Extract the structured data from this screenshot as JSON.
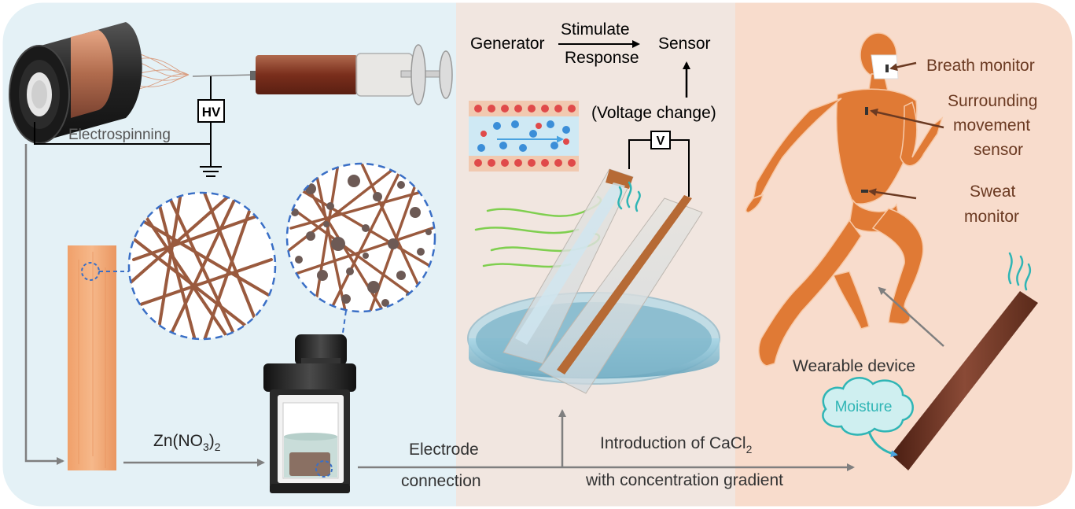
{
  "labels": {
    "electrospinning": "Electrospinning",
    "hv": "HV",
    "zn_main": "Zn(NO",
    "zn_sub": "3",
    "zn_close": ")",
    "zn_sub2": "2",
    "generator": "Generator",
    "stimulate": "Stimulate",
    "response": "Response",
    "sensor": "Sensor",
    "voltage_change": "(Voltage change)",
    "v": "V",
    "electrode": "Electrode",
    "connection": "connection",
    "intro_main": "Introduction of CaCl",
    "intro_sub": "2",
    "gradient": "with concentration gradient",
    "breath": "Breath monitor",
    "surrounding": "Surrounding",
    "movement": "movement",
    "sensor2": "sensor",
    "sweat": "Sweat",
    "monitor": "monitor",
    "wearable": "Wearable device",
    "moisture": "Moisture"
  },
  "colors": {
    "panel_left": "#e4f1f6",
    "panel_mid": "#f1e6e0",
    "panel_right": "#f8dccc",
    "body_orange": "#e07a35",
    "fiber_brown": "#9a5a3e",
    "arrow_gray": "#7f7f7f",
    "dash_blue": "#3a6fc6",
    "wind_green": "#7fcf4f",
    "moisture_teal": "#2fb5b5",
    "label_brown": "#6b3a22"
  }
}
